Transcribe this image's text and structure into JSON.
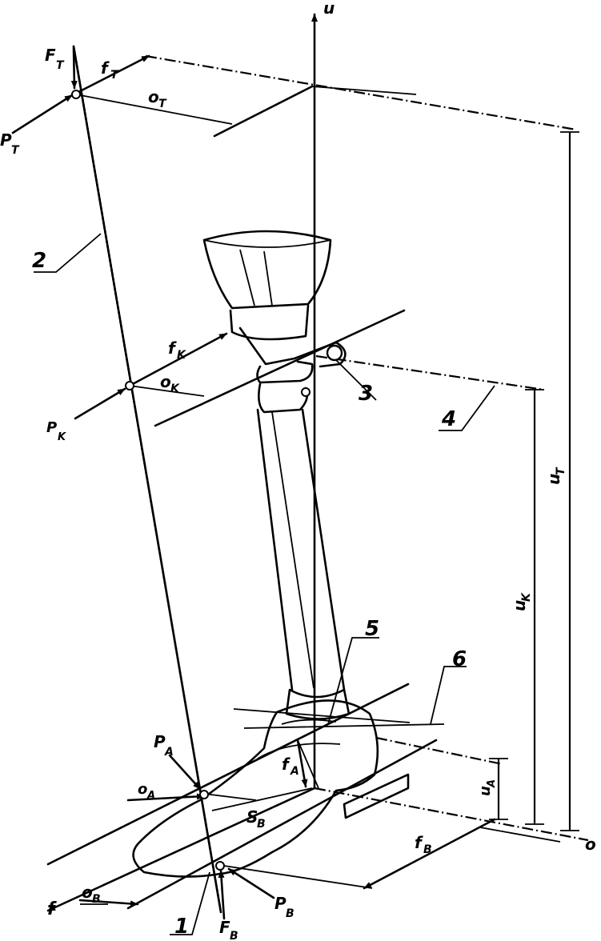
{
  "labels": {
    "axis_u": "u",
    "axis_o": "o",
    "axis_f": "f",
    "F_T": "F",
    "F_T_sub": "T",
    "P_T": "P",
    "P_T_sub": "T",
    "f_T": "f",
    "f_T_sub": "T",
    "o_T": "o",
    "o_T_sub": "T",
    "f_K": "f",
    "f_K_sub": "K",
    "o_K": "o",
    "o_K_sub": "K",
    "P_K": "P",
    "P_K_sub": "K",
    "u_T": "u",
    "u_T_sub": "T",
    "u_K": "u",
    "u_K_sub": "K",
    "u_A": "u",
    "u_A_sub": "A",
    "f_A": "f",
    "f_A_sub": "A",
    "P_A": "P",
    "P_A_sub": "A",
    "o_A": "o",
    "o_A_sub": "A",
    "S_B": "S",
    "S_B_sub": "B",
    "f_B": "f",
    "f_B_sub": "B",
    "o_B": "o",
    "o_B_sub": "B",
    "P_B": "P",
    "P_B_sub": "B",
    "F_B": "F",
    "F_B_sub": "B"
  },
  "callouts": [
    "1",
    "2",
    "3",
    "4",
    "5",
    "6"
  ]
}
